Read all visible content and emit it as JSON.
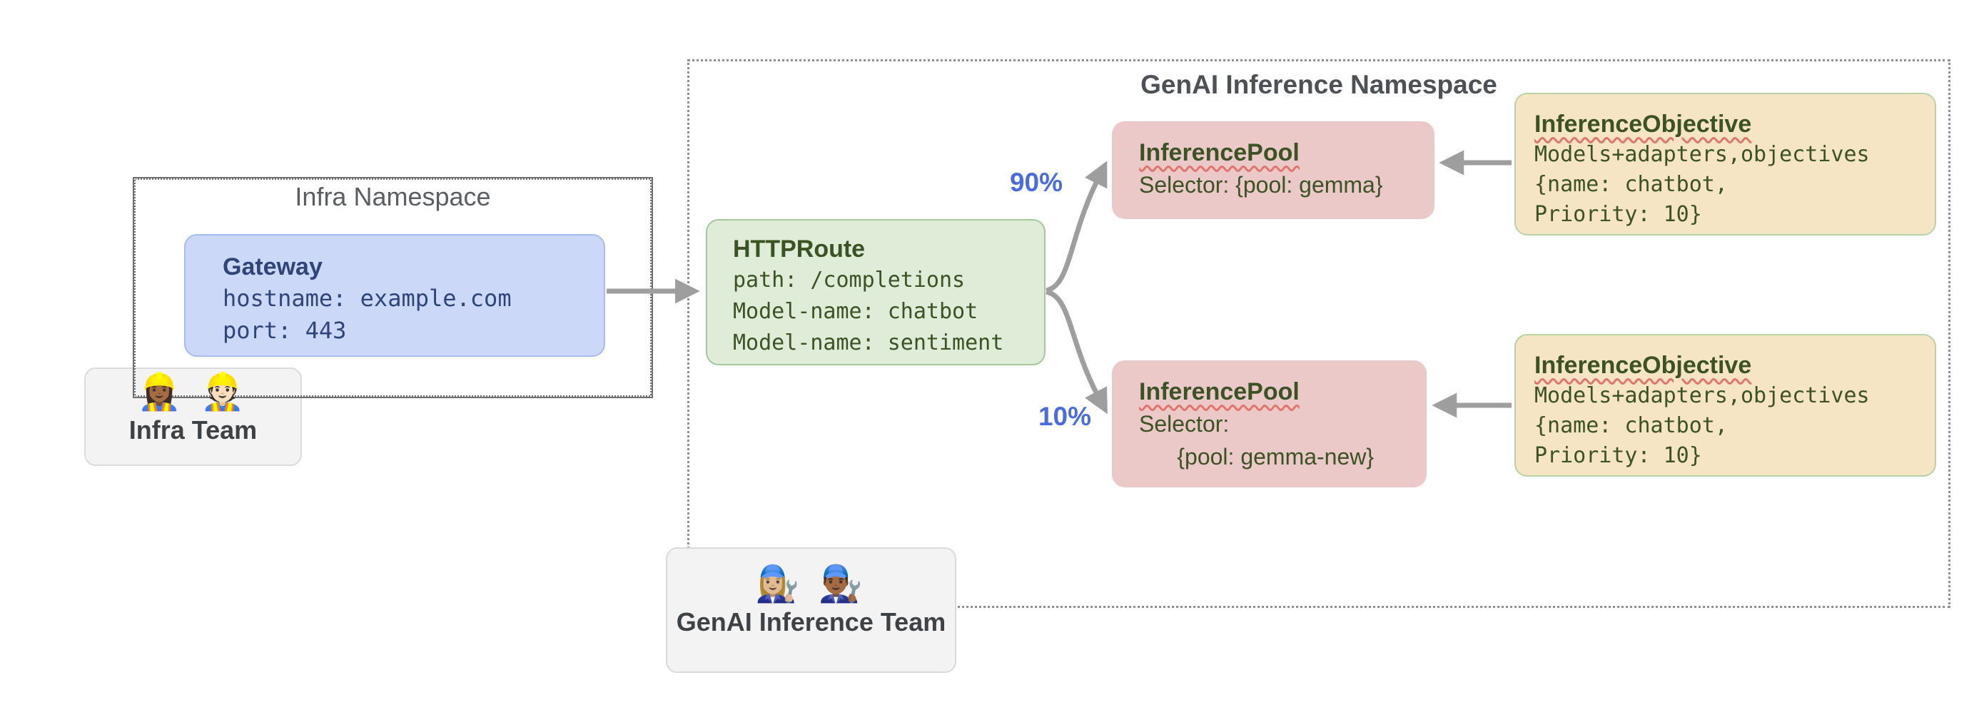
{
  "colors": {
    "arrow_gray": "#9e9e9e",
    "gateway_fill": "#ccd8f8",
    "gateway_border": "#a8bbef",
    "gateway_text": "#2f4579",
    "httproute_fill": "#dfecd8",
    "httproute_border": "#a6c79a",
    "pool_fill": "#ecc9c9",
    "objective_fill": "#f6e5c4",
    "objective_border": "#b6d3a6",
    "dark_green_text": "#3b5323",
    "team_fill": "#f3f3f3",
    "namespace_border": "#6f6f6f",
    "weight_blue": "#4b6be0",
    "squiggle_red": "#e0756b"
  },
  "infra_namespace": {
    "title": "Infra Namespace"
  },
  "gateway": {
    "title": "Gateway",
    "lines": [
      "hostname: example.com",
      "port: 443"
    ]
  },
  "infra_team": {
    "emojis": "👷🏾‍♀️ 👷🏻",
    "label": "Infra Team"
  },
  "genai_namespace": {
    "title": "GenAI Inference Namespace"
  },
  "httproute": {
    "title": "HTTPRoute",
    "lines": [
      "path: /completions",
      "Model-name: chatbot",
      "Model-name: sentiment"
    ]
  },
  "weights": {
    "pool_top": "90%",
    "pool_bottom": "10%"
  },
  "pool_top": {
    "title": "InferencePool",
    "lines": [
      "Selector: {pool: gemma}"
    ]
  },
  "pool_bottom": {
    "title": "InferencePool",
    "lines": [
      "Selector:",
      "      {pool: gemma-new}"
    ]
  },
  "objective_top": {
    "title": "InferenceObjective",
    "lines": [
      "Models+adapters,objectives",
      "{name: chatbot,",
      "Priority: 10}"
    ]
  },
  "objective_bottom": {
    "title": "InferenceObjective",
    "lines": [
      "Models+adapters,objectives",
      "{name: chatbot,",
      "Priority: 10}"
    ]
  },
  "genai_team": {
    "emojis": "👩🏼‍🔧 👨🏾‍🔧",
    "label": "GenAI Inference Team"
  }
}
